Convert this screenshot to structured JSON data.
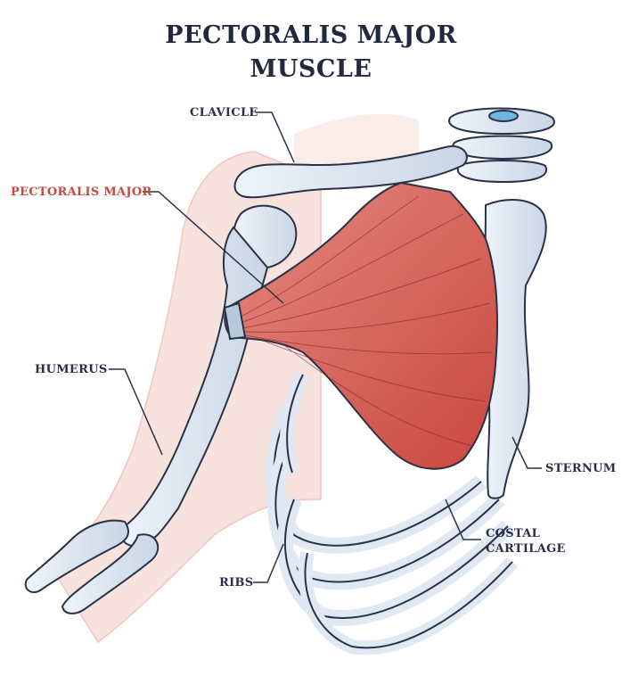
{
  "title": {
    "line1": "PECTORALIS MAJOR",
    "line2": "MUSCLE"
  },
  "labels": {
    "clavicle": "CLAVICLE",
    "pectoralis_major": "PECTORALIS MAJOR",
    "humerus": "HUMERUS",
    "sternum": "STERNUM",
    "costal_line1": "COSTAL",
    "costal_line2": "CARTILAGE",
    "ribs": "RIBS"
  },
  "colors": {
    "title": "#22283e",
    "label": "#2a2f45",
    "muscle_label": "#c8463d",
    "muscle_fill": "#d9675d",
    "bone_fill": "#dfe8f3",
    "skin_fill": "#f6d9d2",
    "outline": "#2b3247"
  }
}
